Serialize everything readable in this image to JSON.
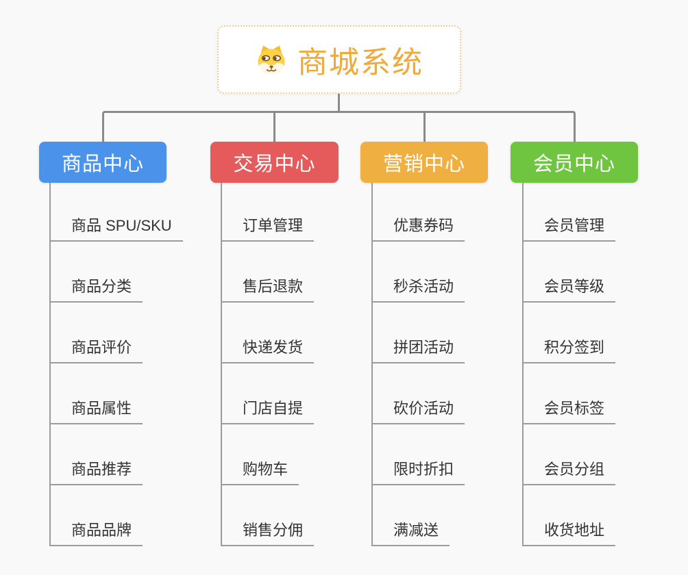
{
  "root": {
    "title": "商城系统",
    "icon": "dog-face-icon"
  },
  "branches": [
    {
      "label": "商品中心",
      "color": "#4b92eb",
      "children": [
        "商品 SPU/SKU",
        "商品分类",
        "商品评价",
        "商品属性",
        "商品推荐",
        "商品品牌"
      ]
    },
    {
      "label": "交易中心",
      "color": "#e55a5a",
      "children": [
        "订单管理",
        "售后退款",
        "快递发货",
        "门店自提",
        "购物车",
        "销售分佣"
      ]
    },
    {
      "label": "营销中心",
      "color": "#efaf41",
      "children": [
        "优惠券码",
        "秒杀活动",
        "拼团活动",
        "砍价活动",
        "限时折扣",
        "满减送"
      ]
    },
    {
      "label": "会员中心",
      "color": "#6fc440",
      "children": [
        "会员管理",
        "会员等级",
        "积分签到",
        "会员标签",
        "会员分组",
        "收货地址"
      ]
    }
  ],
  "colors": {
    "background": "#f9f9f9",
    "root_border": "#f2cd96",
    "root_text": "#f0a93c",
    "connector_dark": "#8a8a8a",
    "connector_light": "#9b9b9b",
    "leaf_text": "#333333"
  }
}
